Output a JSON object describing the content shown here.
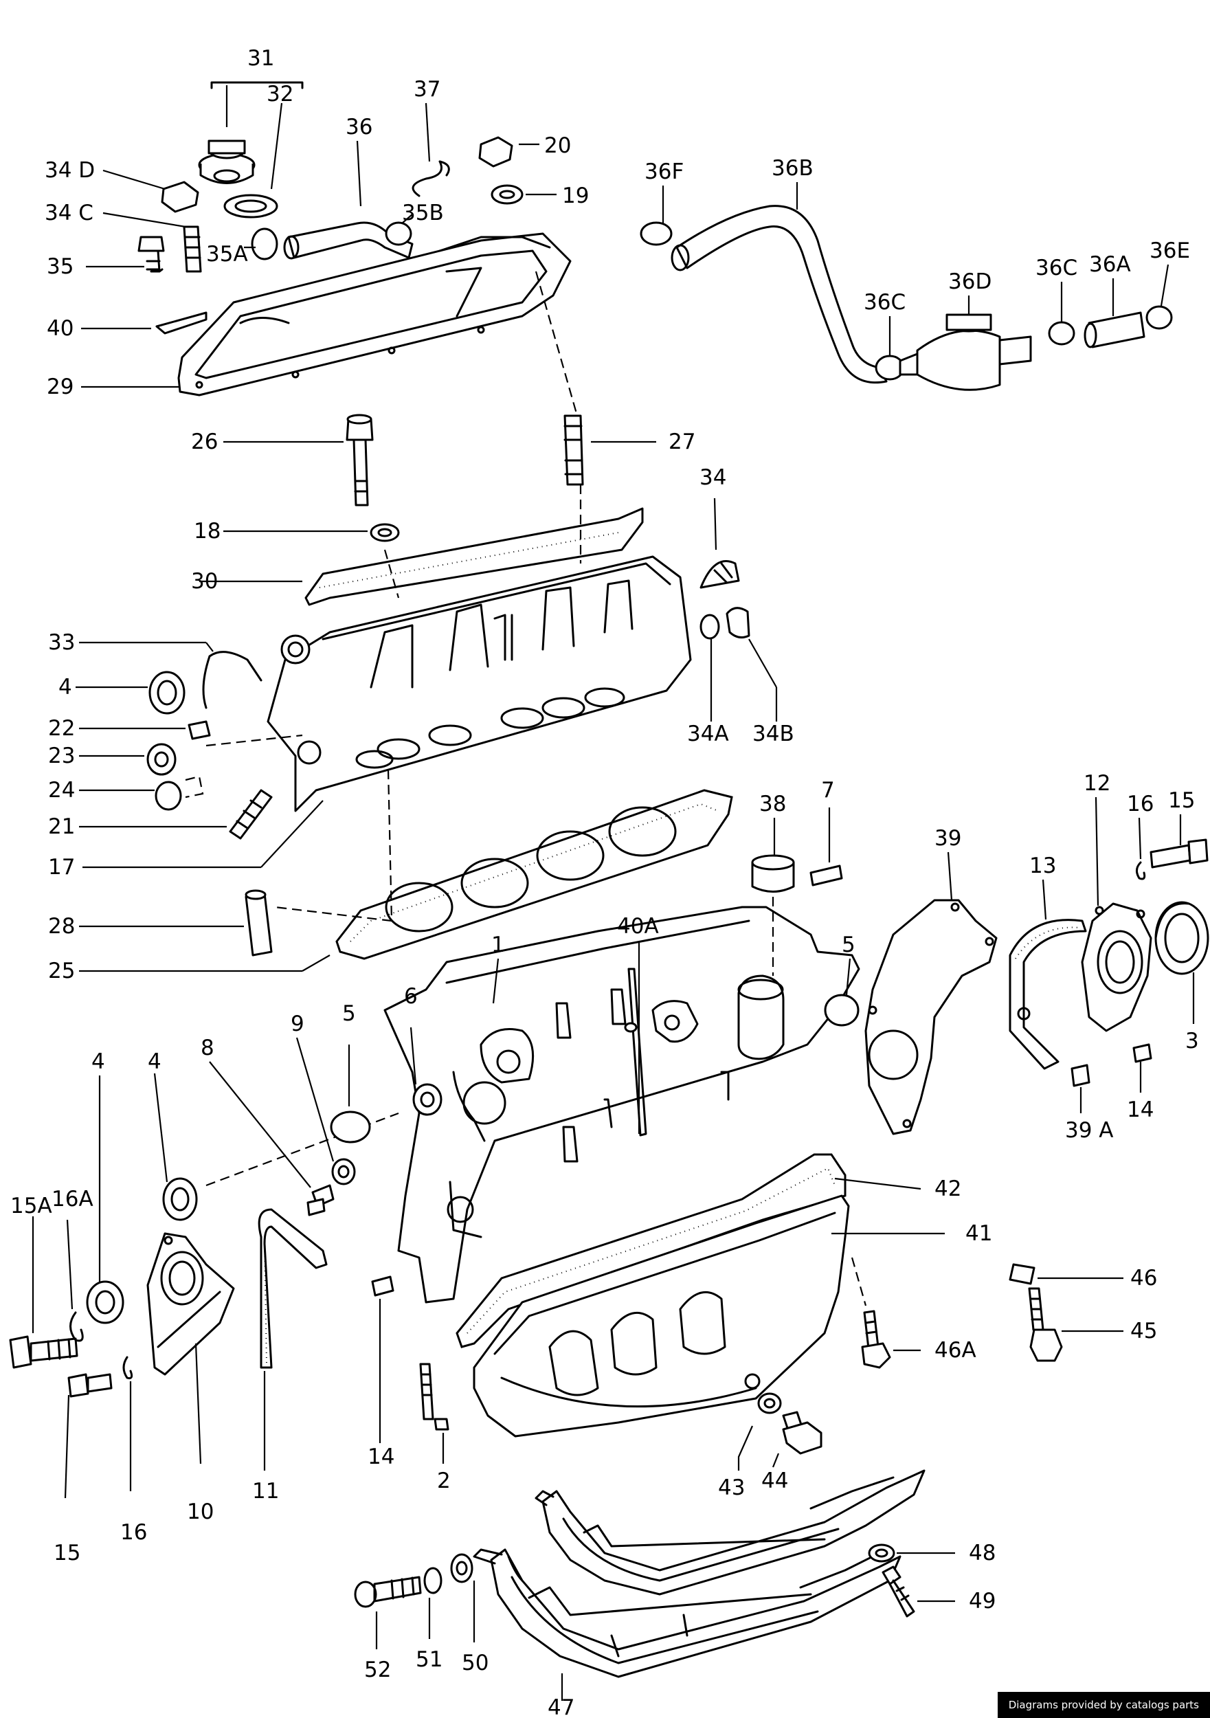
{
  "credit": "Diagrams provided by catalogs parts",
  "labels": [
    {
      "id": "l31",
      "text": "31"
    },
    {
      "id": "l32",
      "text": "32"
    },
    {
      "id": "l37",
      "text": "37"
    },
    {
      "id": "l36",
      "text": "36"
    },
    {
      "id": "l20",
      "text": "20"
    },
    {
      "id": "l19",
      "text": "19"
    },
    {
      "id": "l34D",
      "text": "34 D"
    },
    {
      "id": "l34C",
      "text": "34 C"
    },
    {
      "id": "l35",
      "text": "35"
    },
    {
      "id": "l35A",
      "text": "35A"
    },
    {
      "id": "l35B",
      "text": "35B"
    },
    {
      "id": "l40",
      "text": "40"
    },
    {
      "id": "l29",
      "text": "29"
    },
    {
      "id": "l36F",
      "text": "36F"
    },
    {
      "id": "l36B",
      "text": "36B"
    },
    {
      "id": "l36C1",
      "text": "36C"
    },
    {
      "id": "l36D",
      "text": "36D"
    },
    {
      "id": "l36C2",
      "text": "36C"
    },
    {
      "id": "l36A",
      "text": "36A"
    },
    {
      "id": "l36E",
      "text": "36E"
    },
    {
      "id": "l26",
      "text": "26"
    },
    {
      "id": "l27",
      "text": "27"
    },
    {
      "id": "l18",
      "text": "18"
    },
    {
      "id": "l30",
      "text": "30"
    },
    {
      "id": "l34",
      "text": "34"
    },
    {
      "id": "l33",
      "text": "33"
    },
    {
      "id": "l4a",
      "text": "4"
    },
    {
      "id": "l22",
      "text": "22"
    },
    {
      "id": "l23",
      "text": "23"
    },
    {
      "id": "l24",
      "text": "24"
    },
    {
      "id": "l21",
      "text": "21"
    },
    {
      "id": "l17",
      "text": "17"
    },
    {
      "id": "l34A",
      "text": "34A"
    },
    {
      "id": "l34B",
      "text": "34B"
    },
    {
      "id": "l38",
      "text": "38"
    },
    {
      "id": "l7",
      "text": "7"
    },
    {
      "id": "l39",
      "text": "39"
    },
    {
      "id": "l13",
      "text": "13"
    },
    {
      "id": "l12",
      "text": "12"
    },
    {
      "id": "l16a",
      "text": "16"
    },
    {
      "id": "l15a",
      "text": "15"
    },
    {
      "id": "l28",
      "text": "28"
    },
    {
      "id": "l25",
      "text": "25"
    },
    {
      "id": "l40A",
      "text": "40A"
    },
    {
      "id": "l1",
      "text": "1"
    },
    {
      "id": "l5a",
      "text": "5"
    },
    {
      "id": "l3",
      "text": "3"
    },
    {
      "id": "l6",
      "text": "6"
    },
    {
      "id": "l9",
      "text": "9"
    },
    {
      "id": "l5b",
      "text": "5"
    },
    {
      "id": "l8",
      "text": "8"
    },
    {
      "id": "l4b",
      "text": "4"
    },
    {
      "id": "l4c",
      "text": "4"
    },
    {
      "id": "l14a",
      "text": "14"
    },
    {
      "id": "l39A",
      "text": "39 A"
    },
    {
      "id": "l42",
      "text": "42"
    },
    {
      "id": "l41",
      "text": "41"
    },
    {
      "id": "l15A",
      "text": "15A"
    },
    {
      "id": "l16A",
      "text": "16A"
    },
    {
      "id": "l46",
      "text": "46"
    },
    {
      "id": "l45",
      "text": "45"
    },
    {
      "id": "l46A",
      "text": "46A"
    },
    {
      "id": "l14b",
      "text": "14"
    },
    {
      "id": "l2",
      "text": "2"
    },
    {
      "id": "l43",
      "text": "43"
    },
    {
      "id": "l44",
      "text": "44"
    },
    {
      "id": "l11",
      "text": "11"
    },
    {
      "id": "l10",
      "text": "10"
    },
    {
      "id": "l16b",
      "text": "16"
    },
    {
      "id": "l15b",
      "text": "15"
    },
    {
      "id": "l48",
      "text": "48"
    },
    {
      "id": "l49",
      "text": "49"
    },
    {
      "id": "l52",
      "text": "52"
    },
    {
      "id": "l51",
      "text": "51"
    },
    {
      "id": "l50",
      "text": "50"
    },
    {
      "id": "l47",
      "text": "47"
    }
  ]
}
